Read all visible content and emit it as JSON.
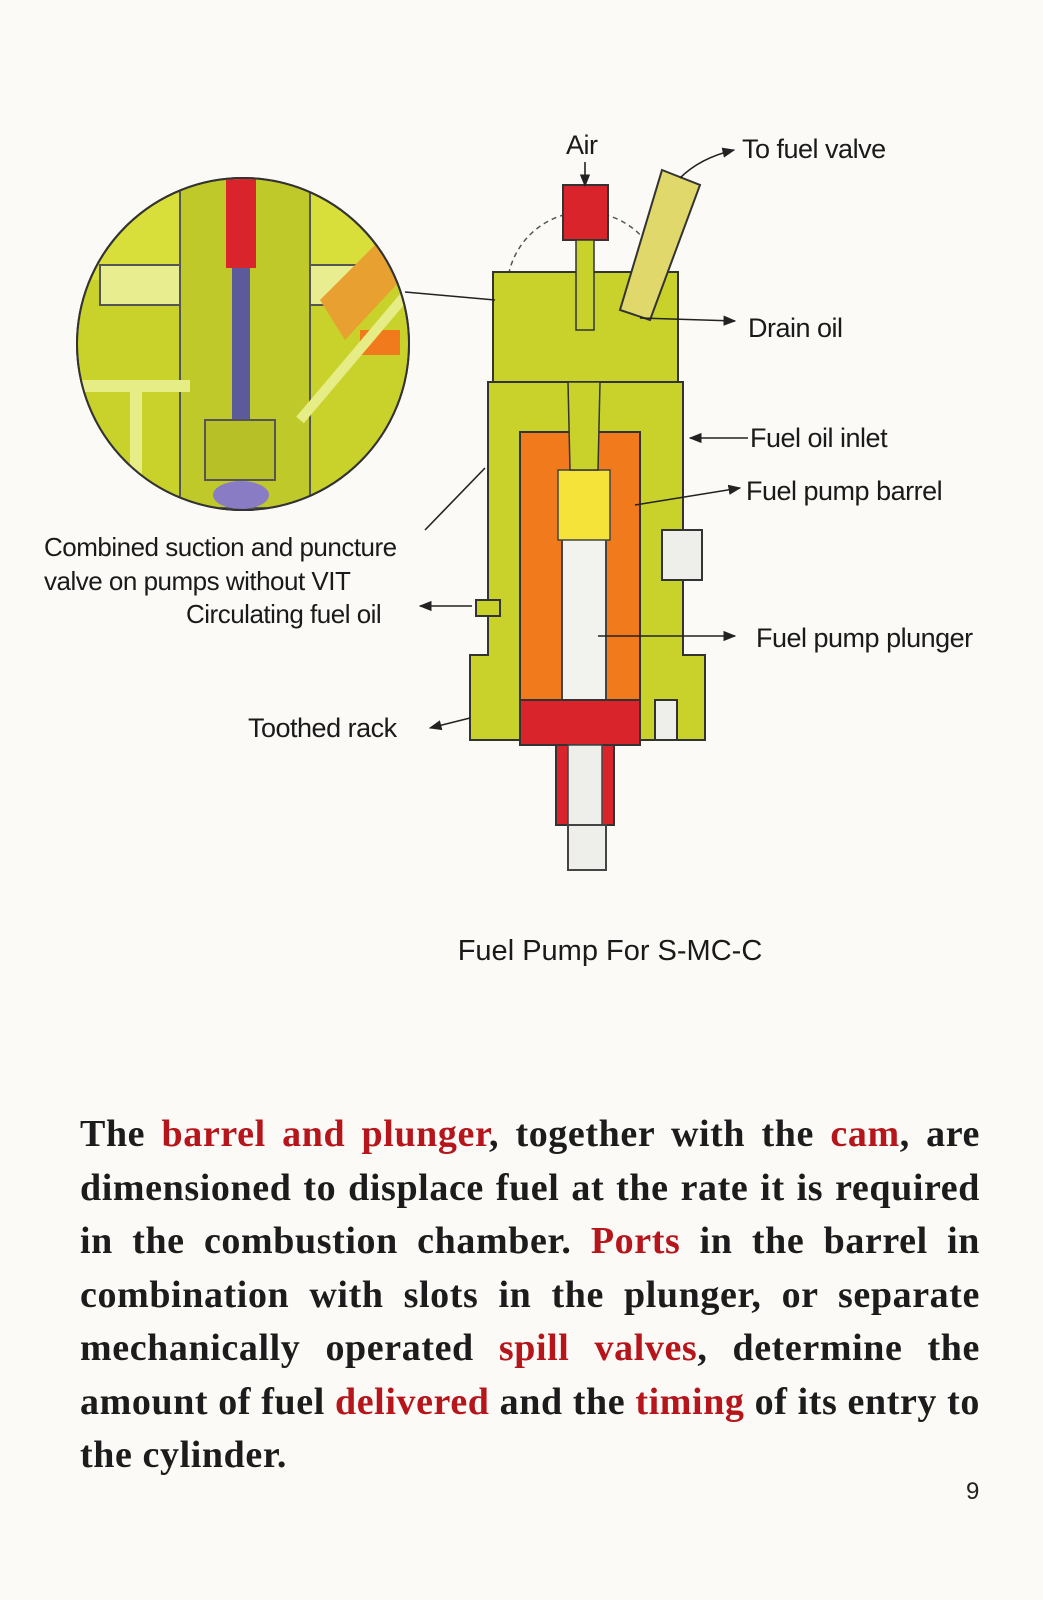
{
  "diagram": {
    "labels": {
      "air": "Air",
      "to_fuel_valve": "To fuel valve",
      "drain_oil": "Drain oil",
      "fuel_oil_inlet": "Fuel oil inlet",
      "fuel_pump_barrel": "Fuel pump barrel",
      "combined_line1": "Combined suction and puncture",
      "combined_line2": "valve on pumps without VIT",
      "circulating_fuel_oil": "Circulating fuel oil",
      "fuel_pump_plunger": "Fuel pump plunger",
      "toothed_rack": "Toothed rack"
    },
    "caption": "Fuel Pump For S-MC-C",
    "colors": {
      "body": "#c8cf2a",
      "barrel": "#f07a1c",
      "red_parts": "#d8242a",
      "yellow_parts": "#f6e33a",
      "blue_parts": "#5a5a9c"
    }
  },
  "body": {
    "segments": [
      {
        "text": "The ",
        "hl": false
      },
      {
        "text": "barrel and plunger",
        "hl": true
      },
      {
        "text": ", together with the ",
        "hl": false
      },
      {
        "text": "cam",
        "hl": true
      },
      {
        "text": ", are dimensioned to displace fuel at the rate it is required in the combustion chamber. ",
        "hl": false
      },
      {
        "text": "Ports",
        "hl": true
      },
      {
        "text": " in the barrel in combination with slots in the plunger, or separate mechanically operated ",
        "hl": false
      },
      {
        "text": "spill valves",
        "hl": true
      },
      {
        "text": ", determine the amount of fuel ",
        "hl": false
      },
      {
        "text": "delivered",
        "hl": true
      },
      {
        "text": " and the ",
        "hl": false
      },
      {
        "text": "timing",
        "hl": true
      },
      {
        "text": " of its entry to the cylinder.",
        "hl": false
      }
    ]
  },
  "page_number": "9"
}
